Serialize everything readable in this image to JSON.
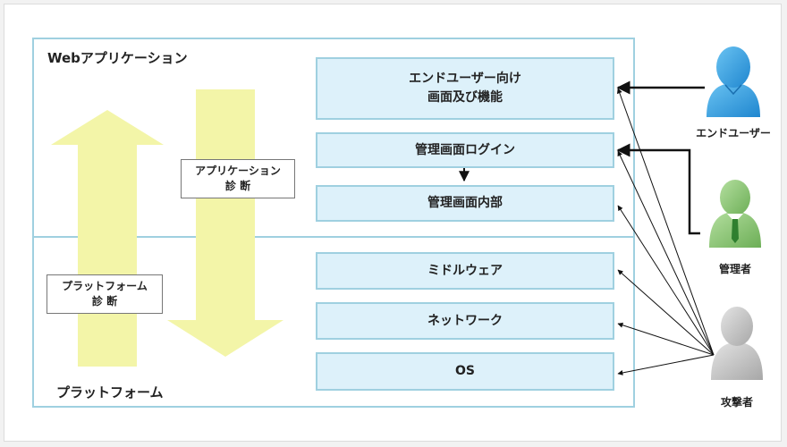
{
  "layers": {
    "web_label": "Webアプリケーション",
    "platform_label": "プラットフォーム"
  },
  "diagnoses": {
    "application": [
      "アプリケーション",
      "診 断"
    ],
    "platform": [
      "プラットフォーム",
      "診 断"
    ]
  },
  "components": {
    "end_user_functions": [
      "エンドユーザー向け",
      "画面及び機能"
    ],
    "admin_login": "管理画面ログイン",
    "admin_internal": "管理画面内部",
    "middleware": "ミドルウェア",
    "network": "ネットワーク",
    "os": "OS"
  },
  "actors": {
    "end_user": "エンドユーザー",
    "admin": "管理者",
    "attacker": "攻撃者"
  },
  "colors": {
    "frame_border": "#9fd0e0",
    "box_fill": "#ddf1fa",
    "arrow_fill": "#f3f5a8",
    "end_user_icon": "#3b9de0",
    "admin_icon": "#8cc775",
    "attacker_icon": "#c4c4c4"
  }
}
